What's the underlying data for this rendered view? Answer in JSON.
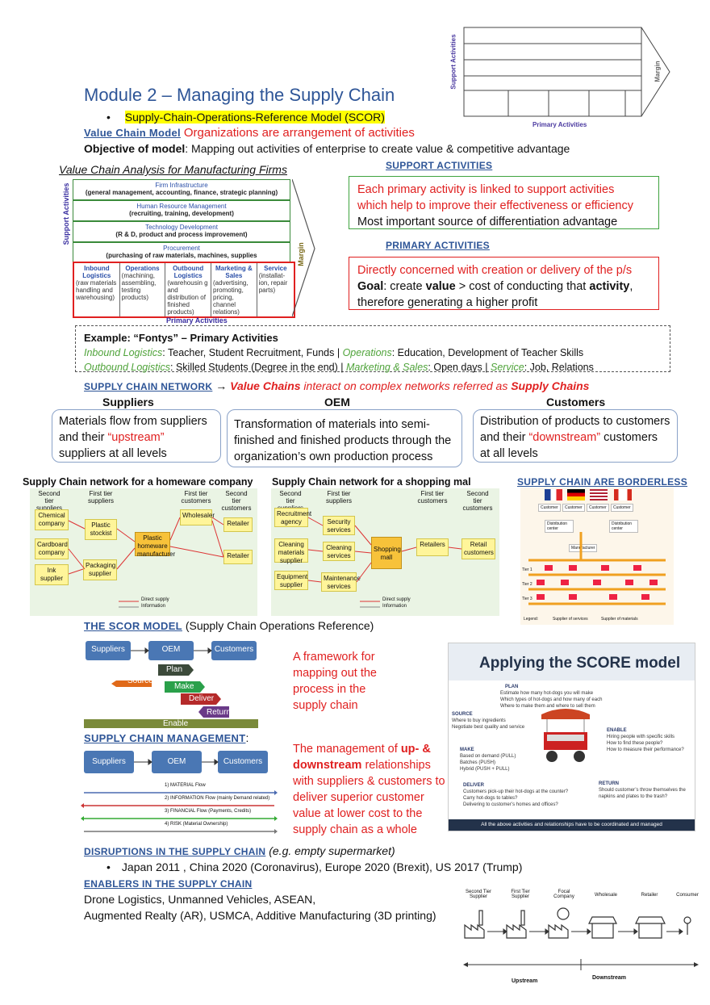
{
  "title": "Module 2 – Managing the Supply Chain",
  "bullet_scor": "Supply-Chain-Operations-Reference Model (SCOR)",
  "value_chain": {
    "heading": "Value Chain Model",
    "heading_text": "Organizations are arrangement of activities",
    "objective_label": "Objective of model",
    "objective_text": ": Mapping out activities of enterprise to create value & competitive advantage",
    "analysis_title": "Value Chain Analysis for Manufacturing Firms",
    "support_label": "Support Activities",
    "margin_label": "Margin",
    "primary_label": "Primary Activities",
    "support_rows": [
      {
        "title": "Firm Infrastructure",
        "sub": "(general management, accounting, finance, strategic planning)"
      },
      {
        "title": "Human Resource Management",
        "sub": "(recruiting, training, development)"
      },
      {
        "title": "Technology Development",
        "sub": "(R & D, product and process improvement)"
      },
      {
        "title": "Procurement",
        "sub": "(purchasing of raw materials, machines, supplies"
      }
    ],
    "primary_cols": [
      {
        "title": "Inbound Logistics",
        "sub": "(raw materials handling and warehousing)"
      },
      {
        "title": "Operations",
        "sub": "(machining, assembling, testing products)"
      },
      {
        "title": "Outbound Logistics",
        "sub": "(warehousin g and distribution of finished products)"
      },
      {
        "title": "Marketing & Sales",
        "sub": "(advertising, promoting, pricing, channel relations)"
      },
      {
        "title": "Service",
        "sub": "(installat- ion, repair parts)"
      }
    ],
    "top_right_support": "Support Activities",
    "top_right_margin": "Margin",
    "top_right_primary": "Primary Activities"
  },
  "support_activities": {
    "heading": "Support activities",
    "line1": "Each primary activity is linked to support activities",
    "line2": "which help to improve their effectiveness or efficiency",
    "line3": "Most important source of differentiation advantage"
  },
  "primary_activities": {
    "heading": "Primary activities",
    "line1": "Directly concerned with creation or delivery of the p/s",
    "goal_label": "Goal",
    "goal_a": ": create ",
    "goal_value": "value",
    "goal_b": " > cost of conducting that ",
    "goal_activity": "activity",
    "goal_c": ",",
    "line3": "therefore generating a higher profit"
  },
  "example": {
    "title": "Example: “Fontys” – Primary Activities",
    "row1": [
      {
        "k": "Inbound Logistics",
        "v": ": Teacher, Student Recruitment, Funds | "
      },
      {
        "k": "Operations",
        "v": ": Education, Development of Teacher Skills"
      }
    ],
    "row2": [
      {
        "k": "Outbound Logistics",
        "v": ": Skilled Students (Degree in the end) | "
      },
      {
        "k": "Marketing & Sales",
        "v": ": Open days | "
      },
      {
        "k": "Service",
        "v": ": Job, Relations"
      }
    ]
  },
  "network": {
    "heading": "Supply chain network",
    "arrow": "→",
    "vc": "Value Chains",
    "mid": " interact on complex networks referred as ",
    "sc": "Supply Chains",
    "cols": [
      "Suppliers",
      "OEM",
      "Customers"
    ],
    "suppliers_a": "Materials flow from suppliers and their ",
    "suppliers_red": "“upstream”",
    "suppliers_b": " suppliers at all levels",
    "oem": "Transformation of materials into semi-finished and finished products through the organization’s own production process",
    "customers_a": "Distribution of products to customers and their ",
    "customers_red": "“downstream”",
    "customers_b": " customers at all levels"
  },
  "figs": {
    "homeware_title": "Supply Chain network for a homeware company",
    "mall_title": "Supply Chain network for a shopping mal",
    "borderless": "Supply Chain are borderless",
    "homeware": {
      "cols": [
        "Second tier suppliers",
        "First tier suppliers",
        "First tier customers",
        "Second tier customers"
      ],
      "nodes": [
        "Chemical company",
        "Cardboard company",
        "Ink supplier",
        "Plastic stockist",
        "Packaging supplier",
        "Plastic homeware manufacturer",
        "Wholesaler",
        "Retailer",
        "Retailer"
      ],
      "legend": [
        "Direct supply",
        "Information"
      ]
    },
    "mall": {
      "cols": [
        "Second tier suppliers",
        "First tier suppliers",
        "First tier customers",
        "Second tier customers"
      ],
      "nodes": [
        "Recruitment agency",
        "Cleaning materials supplier",
        "Equipment supplier",
        "Security services",
        "Cleaning services",
        "Maintenance services",
        "Shopping mall",
        "Retailers",
        "Retail customers"
      ],
      "legend": [
        "Direct supply",
        "Information"
      ]
    },
    "border": {
      "labels": [
        "Customer",
        "Customer",
        "Customer",
        "Customer",
        "Distribution center",
        "Distribution center",
        "Manufacturer",
        "Tier 1",
        "Tier 2",
        "Tier 3",
        "Legend:",
        "Supplier of services",
        "Supplier of materials"
      ]
    }
  },
  "scor": {
    "heading": "The SCOR Model",
    "heading_rest": " (Supply Chain Operations Reference)",
    "boxes": [
      "Suppliers",
      "OEM",
      "Customers"
    ],
    "steps": [
      "Plan",
      "Source",
      "Make",
      "Deliver",
      "Return",
      "Enable"
    ],
    "description": "A framework for mapping out the process in the supply chain"
  },
  "scm": {
    "heading": "Supply Chain Management",
    "colon": ":",
    "boxes": [
      "Suppliers",
      "OEM",
      "Customers"
    ],
    "flows": [
      "1) MATERIAL Flow",
      "2) INFORMATION Flow (mainly Demand related)",
      "3) FINANCIAL Flow (Payments, Credits)",
      "4) RISK (Material Ownership)"
    ],
    "desc_a": "The management of ",
    "desc_bold": "up- & downstream",
    "desc_b": " relationships with suppliers & customers to deliver superior customer value at lower cost to the supply chain as a whole"
  },
  "applying": {
    "title": "Applying the SCORE model",
    "plan_h": "PLAN",
    "plan": [
      "Estimate how many hot-dogs you will make",
      "Which types of hot-dogs and how many of each",
      "Where to make them and where to sell them"
    ],
    "source_h": "SOURCE",
    "source": [
      "Where to buy ingredients",
      "Negotiate best quality and service"
    ],
    "make_h": "MAKE",
    "make": [
      "Based on demand (PULL)",
      "Batches (PUSH)",
      "Hybrid (PUSH + PULL)"
    ],
    "enable_h": "ENABLE",
    "enable": [
      "Hiring people with specific skills",
      "How to find these people?",
      "How to measure their performance?"
    ],
    "deliver_h": "DELIVER",
    "deliver": [
      "Customers pick-up their hot-dogs at the counter?",
      "Carry hot-dogs to tables?",
      "Delivering to customer’s homes and offices?"
    ],
    "return_h": "RETURN",
    "return": [
      "Should customer’s throw themselves the napkins and plates to the trash?"
    ],
    "footer": "All the above activities and relationships have to be coordinated and managed"
  },
  "disruptions": {
    "heading": "Disruptions in the supply chain",
    "example": " (e.g. empty supermarket)",
    "bullet": "Japan 2011 , China 2020 (Coronavirus), Europe 2020 (Brexit), US 2017 (Trump)"
  },
  "enablers": {
    "heading": "Enablers in the Supply Chain",
    "line1": "Drone Logistics, Unmanned Vehicles, ASEAN,",
    "line2": "Augmented Realty (AR), USMCA, Additive Manufacturing (3D printing)"
  },
  "stream_fig": {
    "labels": [
      "Second Tier Supplier",
      "First Tier Supplier",
      "Focal Company",
      "Wholesale",
      "Retailer",
      "Consumer"
    ],
    "upstream": "Upstream",
    "downstream": "Downstream"
  }
}
